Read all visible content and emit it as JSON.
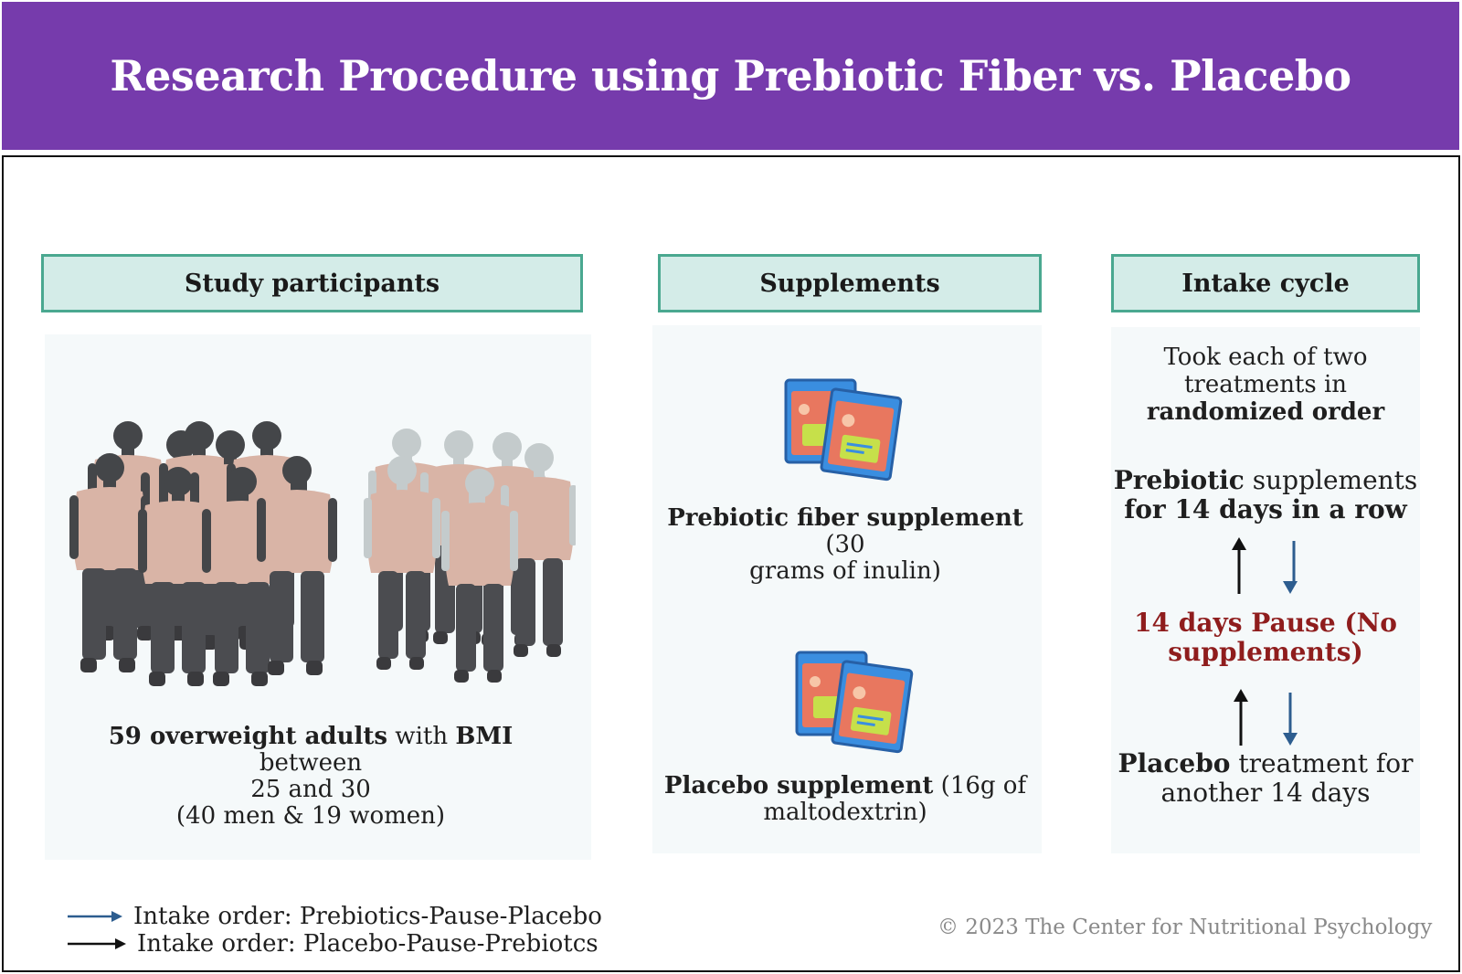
{
  "title": "Research Procedure using Prebiotic Fiber vs. Placebo",
  "columns": {
    "participants": {
      "heading": "Study participants",
      "caption": {
        "count_bold": "59 overweight adults",
        "with": " with ",
        "bmi_bold": "BMI",
        "between": " between",
        "range": "25 and 30",
        "split": "(40 men  & 19 women)"
      }
    },
    "supplements": {
      "heading": "Supplements",
      "prebiotic": {
        "bold": "Prebiotic fiber supplement",
        "rest": " (30",
        "line2": "grams of inulin)"
      },
      "placebo": {
        "bold": "Placebo supplement",
        "rest": " (16g of",
        "line2": "maltodextrin)"
      }
    },
    "intake": {
      "heading": "Intake cycle",
      "intro_line1": "Took each of two",
      "intro_line2": "treatments in",
      "intro_bold": "randomized order",
      "step1_bold": "Prebiotic",
      "step1_rest": " supplements",
      "step1_line2": "for 14 days in a row",
      "pause_line1": "14 days Pause (No",
      "pause_line2": "supplements)",
      "step3_bold": "Placebo",
      "step3_rest": " treatment for",
      "step3_line2": "another 14 days"
    }
  },
  "legend": [
    {
      "label": "Intake order: Prebiotics-Pause-Placebo",
      "color": "#2d5d8f"
    },
    {
      "label": "Intake order: Placebo-Pause-Prebiotcs",
      "color": "#111111"
    }
  ],
  "copyright": "© 2023 The Center for Nutritional Psychology",
  "colors": {
    "header": "#763bac",
    "heading_fill": "#d4ece8",
    "heading_border": "#4aa890",
    "pause": "#8f1d1d",
    "arrow_blue": "#2d5d8f"
  }
}
